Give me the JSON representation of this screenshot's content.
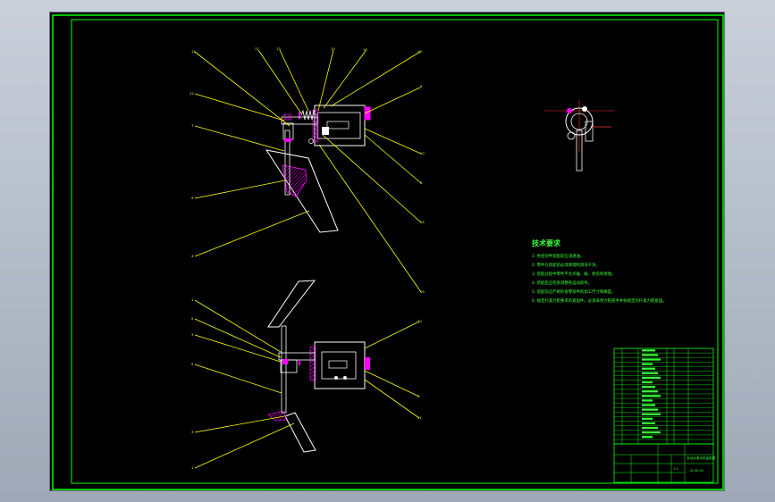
{
  "technical_requirements": {
    "title": "技术要求",
    "notes": [
      "1. 各密封件装配前应浸透油。",
      "2. 零件在装配前必须清理和清洗干净。",
      "3. 装配过程中零件不允许磕、碰、划伤和锈蚀。",
      "4. 装配后应检查调整各运动部件。",
      "5. 装配前应严格检查零部件的加工尺寸和精度。",
      "6. 规定拧紧力矩要求的紧固件，必须采用力矩扳手并按规定的拧紧力矩紧固。"
    ]
  },
  "title_block": {
    "drawing_name": "自动化清洗机装配图",
    "drawing_number": "ZJ-00-00",
    "scale_label": "1:1"
  },
  "colors": {
    "frame": "#00ff00",
    "leader": "#ffff00",
    "part": "#ffffff",
    "section_hatch": "#ff00ff",
    "centerline": "#ff3030"
  }
}
